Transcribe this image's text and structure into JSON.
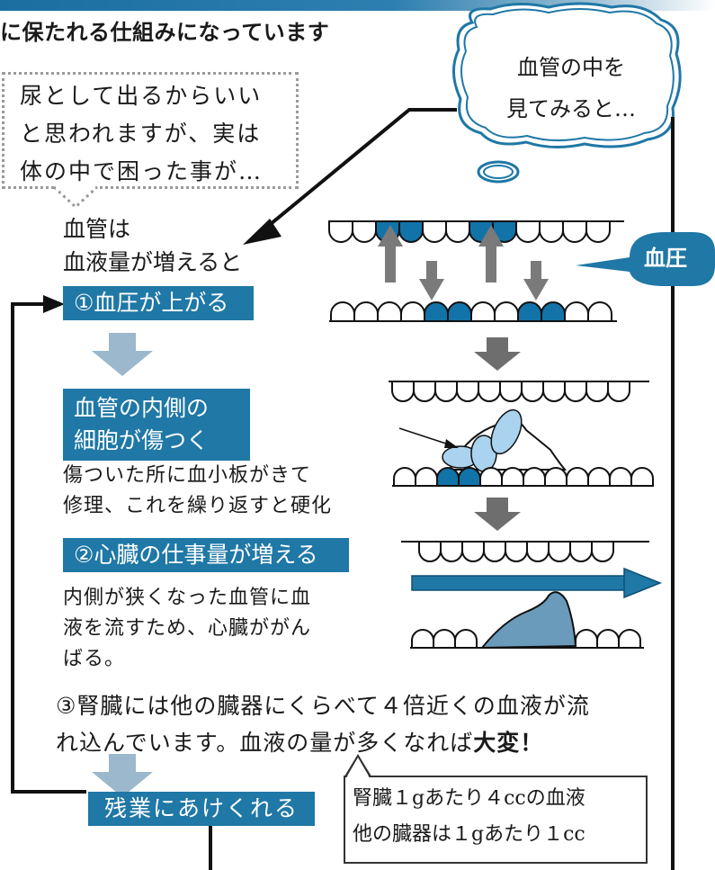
{
  "heading": "に保たれる仕組みになっています",
  "worry_box": {
    "lines": [
      "尿として出るからいい",
      "と思われますが、実は",
      "体の中で困った事が…"
    ]
  },
  "thought_bubble": {
    "lines": [
      "血管の中を",
      "見てみると…"
    ]
  },
  "intro": {
    "lines": [
      "血管は",
      "血液量が増えると"
    ]
  },
  "pressure_tag": "血圧",
  "step1": "①血圧が上がる",
  "step_damage": {
    "lines": [
      "血管の内側の",
      "細胞が傷つく"
    ]
  },
  "damage_note": {
    "lines": [
      "傷ついた所に血小板がきて",
      "修理、これを繰り返すと硬化"
    ]
  },
  "step2": "②心臓の仕事量が増える",
  "heart_note": {
    "lines": [
      "内側が狭くなった血管に血",
      "液を流すため、心臓ががん",
      "ばる。"
    ]
  },
  "step3": {
    "line1": "③腎臓には他の臓器にくらべて４倍近くの血液が流",
    "line2_prefix": "れ込んでいます。血液の量が多くなれば",
    "line2_emphasis": "大変！"
  },
  "callout": {
    "lines": [
      "腎臓１gあたり４ccの血液",
      "他の臓器は１gあたり１cc"
    ]
  },
  "step_overtime": "残業にあけくれる",
  "colors": {
    "accent_blue": "#1f78a6",
    "cell_blue": "#1273a8",
    "light_blue": "#a9d3ee",
    "plaque_blue": "#6a9bbb",
    "arrow_gray": "#7a7a7a",
    "down_arrow_blue": "#9bb8cc"
  }
}
